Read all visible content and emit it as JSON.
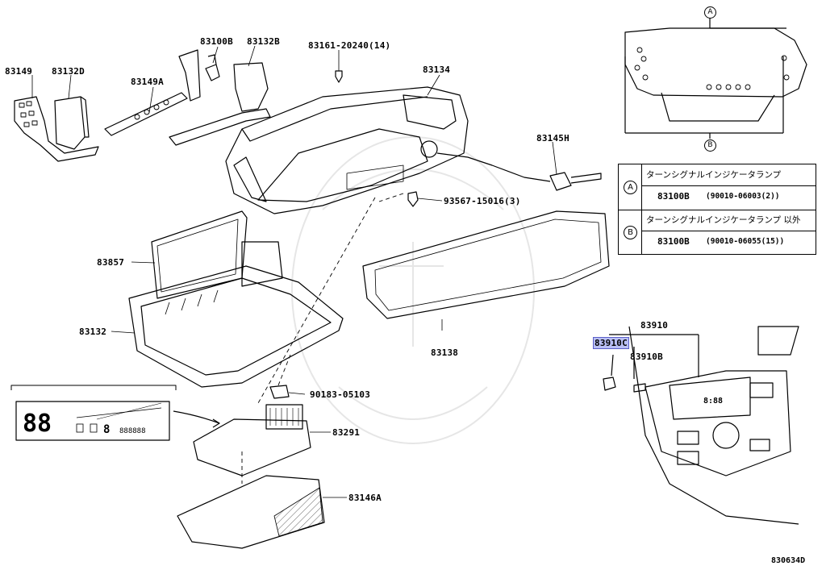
{
  "labels": {
    "p83149": "83149",
    "p83132D": "83132D",
    "p83100B": "83100B",
    "p83132B": "83132B",
    "p83161": "83161-20240(14)",
    "p83134": "83134",
    "p83149A": "83149A",
    "p83145H": "83145H",
    "p93567": "93567-15016(3)",
    "p83857": "83857",
    "p83132": "83132",
    "p83138": "83138",
    "p90183": "90183-05103",
    "p83291": "83291",
    "p83146A": "83146A",
    "p83910": "83910",
    "p83910C": "83910C",
    "p83910B": "83910B"
  },
  "callouts": {
    "a": "A",
    "b": "B"
  },
  "legend": {
    "rows": [
      {
        "key": "A",
        "description": "ターンシグナルインジケータランプ",
        "part": "83100B",
        "spec": "(90010-06003(2))"
      },
      {
        "key": "B",
        "description": "ターンシグナルインジケータランプ 以外",
        "part": "83100B",
        "spec": "(90010-06055(15))"
      }
    ]
  },
  "lcd": {
    "digits": "88",
    "small": "8",
    "odometer": "888888"
  },
  "dash_display": "8:88",
  "highlight_color": "#b9bff5",
  "diagram_code": "830634D"
}
